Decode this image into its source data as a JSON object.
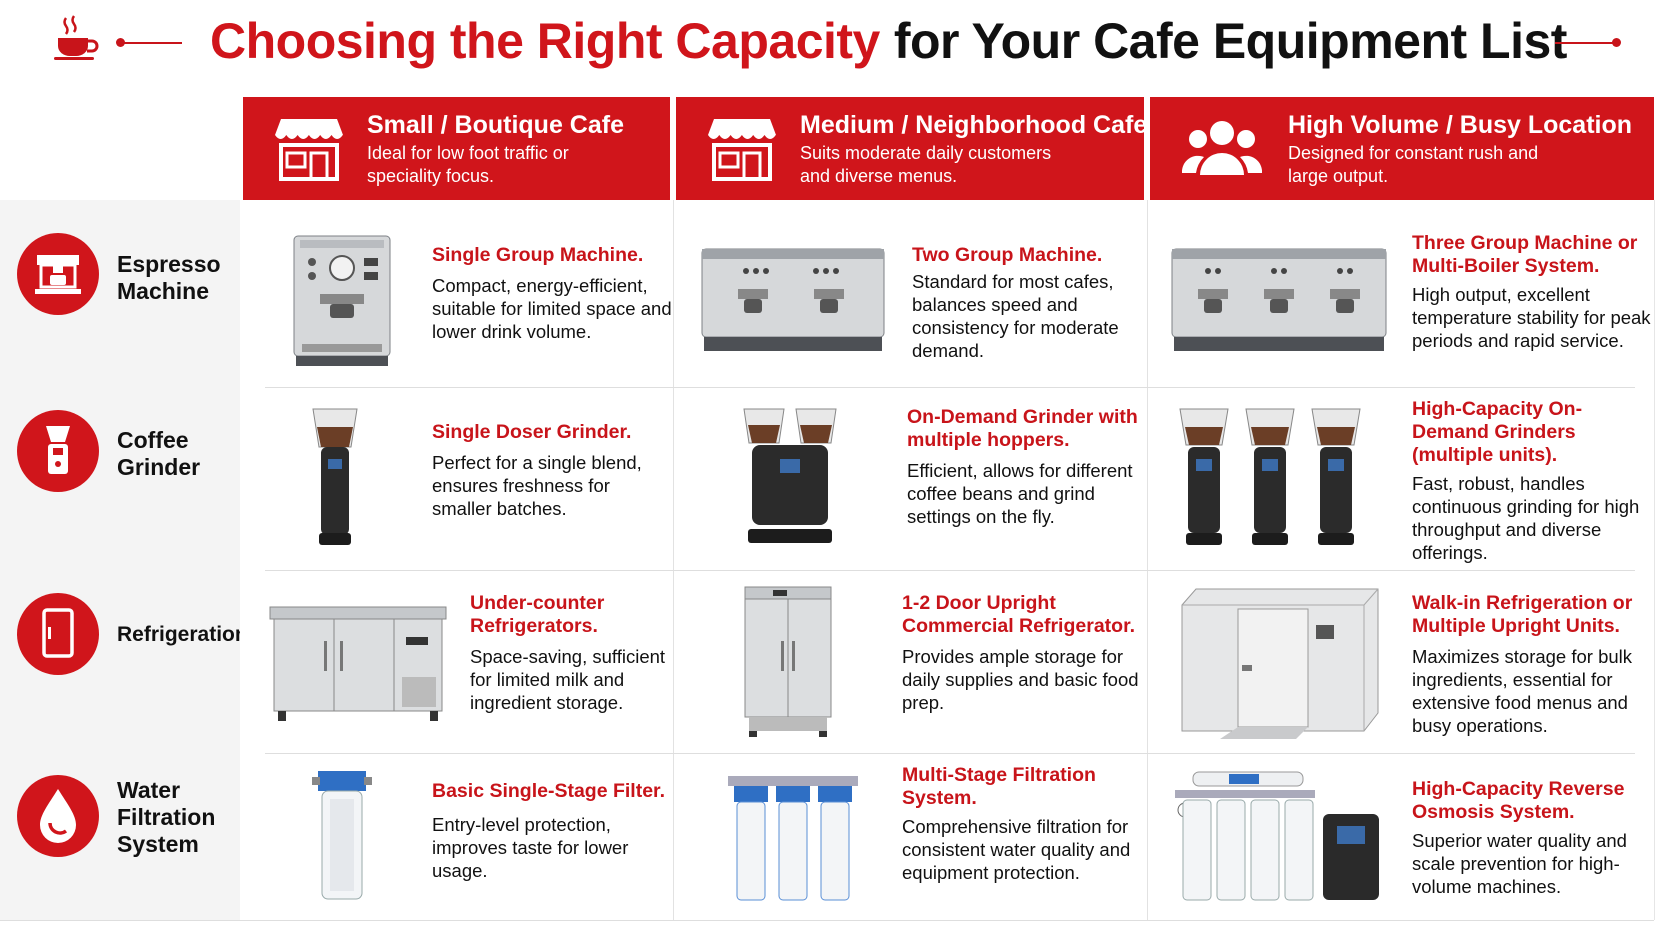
{
  "title": {
    "red": "Choosing the Right Capacity",
    "black": "for Your Cafe Equipment List"
  },
  "columns": [
    {
      "title": "Small / Boutique Cafe",
      "desc": "Ideal for low foot traffic or speciality focus.",
      "icon": "storefront-icon"
    },
    {
      "title": "Medium / Neighborhood Cafe",
      "desc": "Suits moderate daily customers and diverse menus.",
      "icon": "storefront-icon"
    },
    {
      "title": "High Volume / Busy Location",
      "desc": "Designed for constant rush and large output.",
      "icon": "people-group-icon"
    }
  ],
  "rows": [
    {
      "label_1": "Espresso",
      "label_2": "Machine",
      "icon": "espresso-machine-icon"
    },
    {
      "label_1": "Coffee",
      "label_2": "Grinder",
      "icon": "grinder-icon"
    },
    {
      "label_1": "Refrigeration",
      "label_2": "",
      "icon": "refrigerator-icon"
    },
    {
      "label_1": "Water",
      "label_2": "Filtration",
      "label_3": "System",
      "icon": "water-drop-icon"
    }
  ],
  "cells": {
    "espresso": [
      {
        "title": "Single Group Machine.",
        "desc": "Compact, energy-efficient, suitable for limited space and lower drink volume."
      },
      {
        "title": "Two Group Machine.",
        "desc": "Standard for most cafes, balances speed and consistency for moderate demand."
      },
      {
        "title": "Three Group Machine or Multi-Boiler System.",
        "desc": "High output, excellent temperature stability for peak periods and rapid service."
      }
    ],
    "grinder": [
      {
        "title": "Single Doser Grinder.",
        "desc": "Perfect for a single blend, ensures freshness for smaller batches."
      },
      {
        "title": "On-Demand Grinder with multiple hoppers.",
        "desc": "Efficient, allows for different coffee beans and grind settings on the fly."
      },
      {
        "title": "High-Capacity On-Demand Grinders (multiple units).",
        "desc": "Fast, robust, handles continuous grinding for high throughput and diverse offerings."
      }
    ],
    "refrigeration": [
      {
        "title": "Under-counter Refrigerators.",
        "desc": "Space-saving, sufficient for limited milk and ingredient storage."
      },
      {
        "title": "1-2 Door Upright Commercial Refrigerator.",
        "desc": "Provides ample storage for daily supplies and basic food prep."
      },
      {
        "title": "Walk-in Refrigeration or Multiple Upright Units.",
        "desc": "Maximizes storage for bulk ingredients, essential for extensive food menus and busy operations."
      }
    ],
    "water": [
      {
        "title": "Basic Single-Stage Filter.",
        "desc": "Entry-level protection, improves taste for lower usage."
      },
      {
        "title": "Multi-Stage Filtration System.",
        "desc": "Comprehensive filtration for consistent water quality and equipment protection."
      },
      {
        "title": "High-Capacity Reverse Osmosis System.",
        "desc": "Superior water quality and scale prevention for high-volume machines."
      }
    ]
  },
  "colors": {
    "accent": "#d0151b",
    "text": "#111111",
    "panel": "#f4f4f4"
  }
}
